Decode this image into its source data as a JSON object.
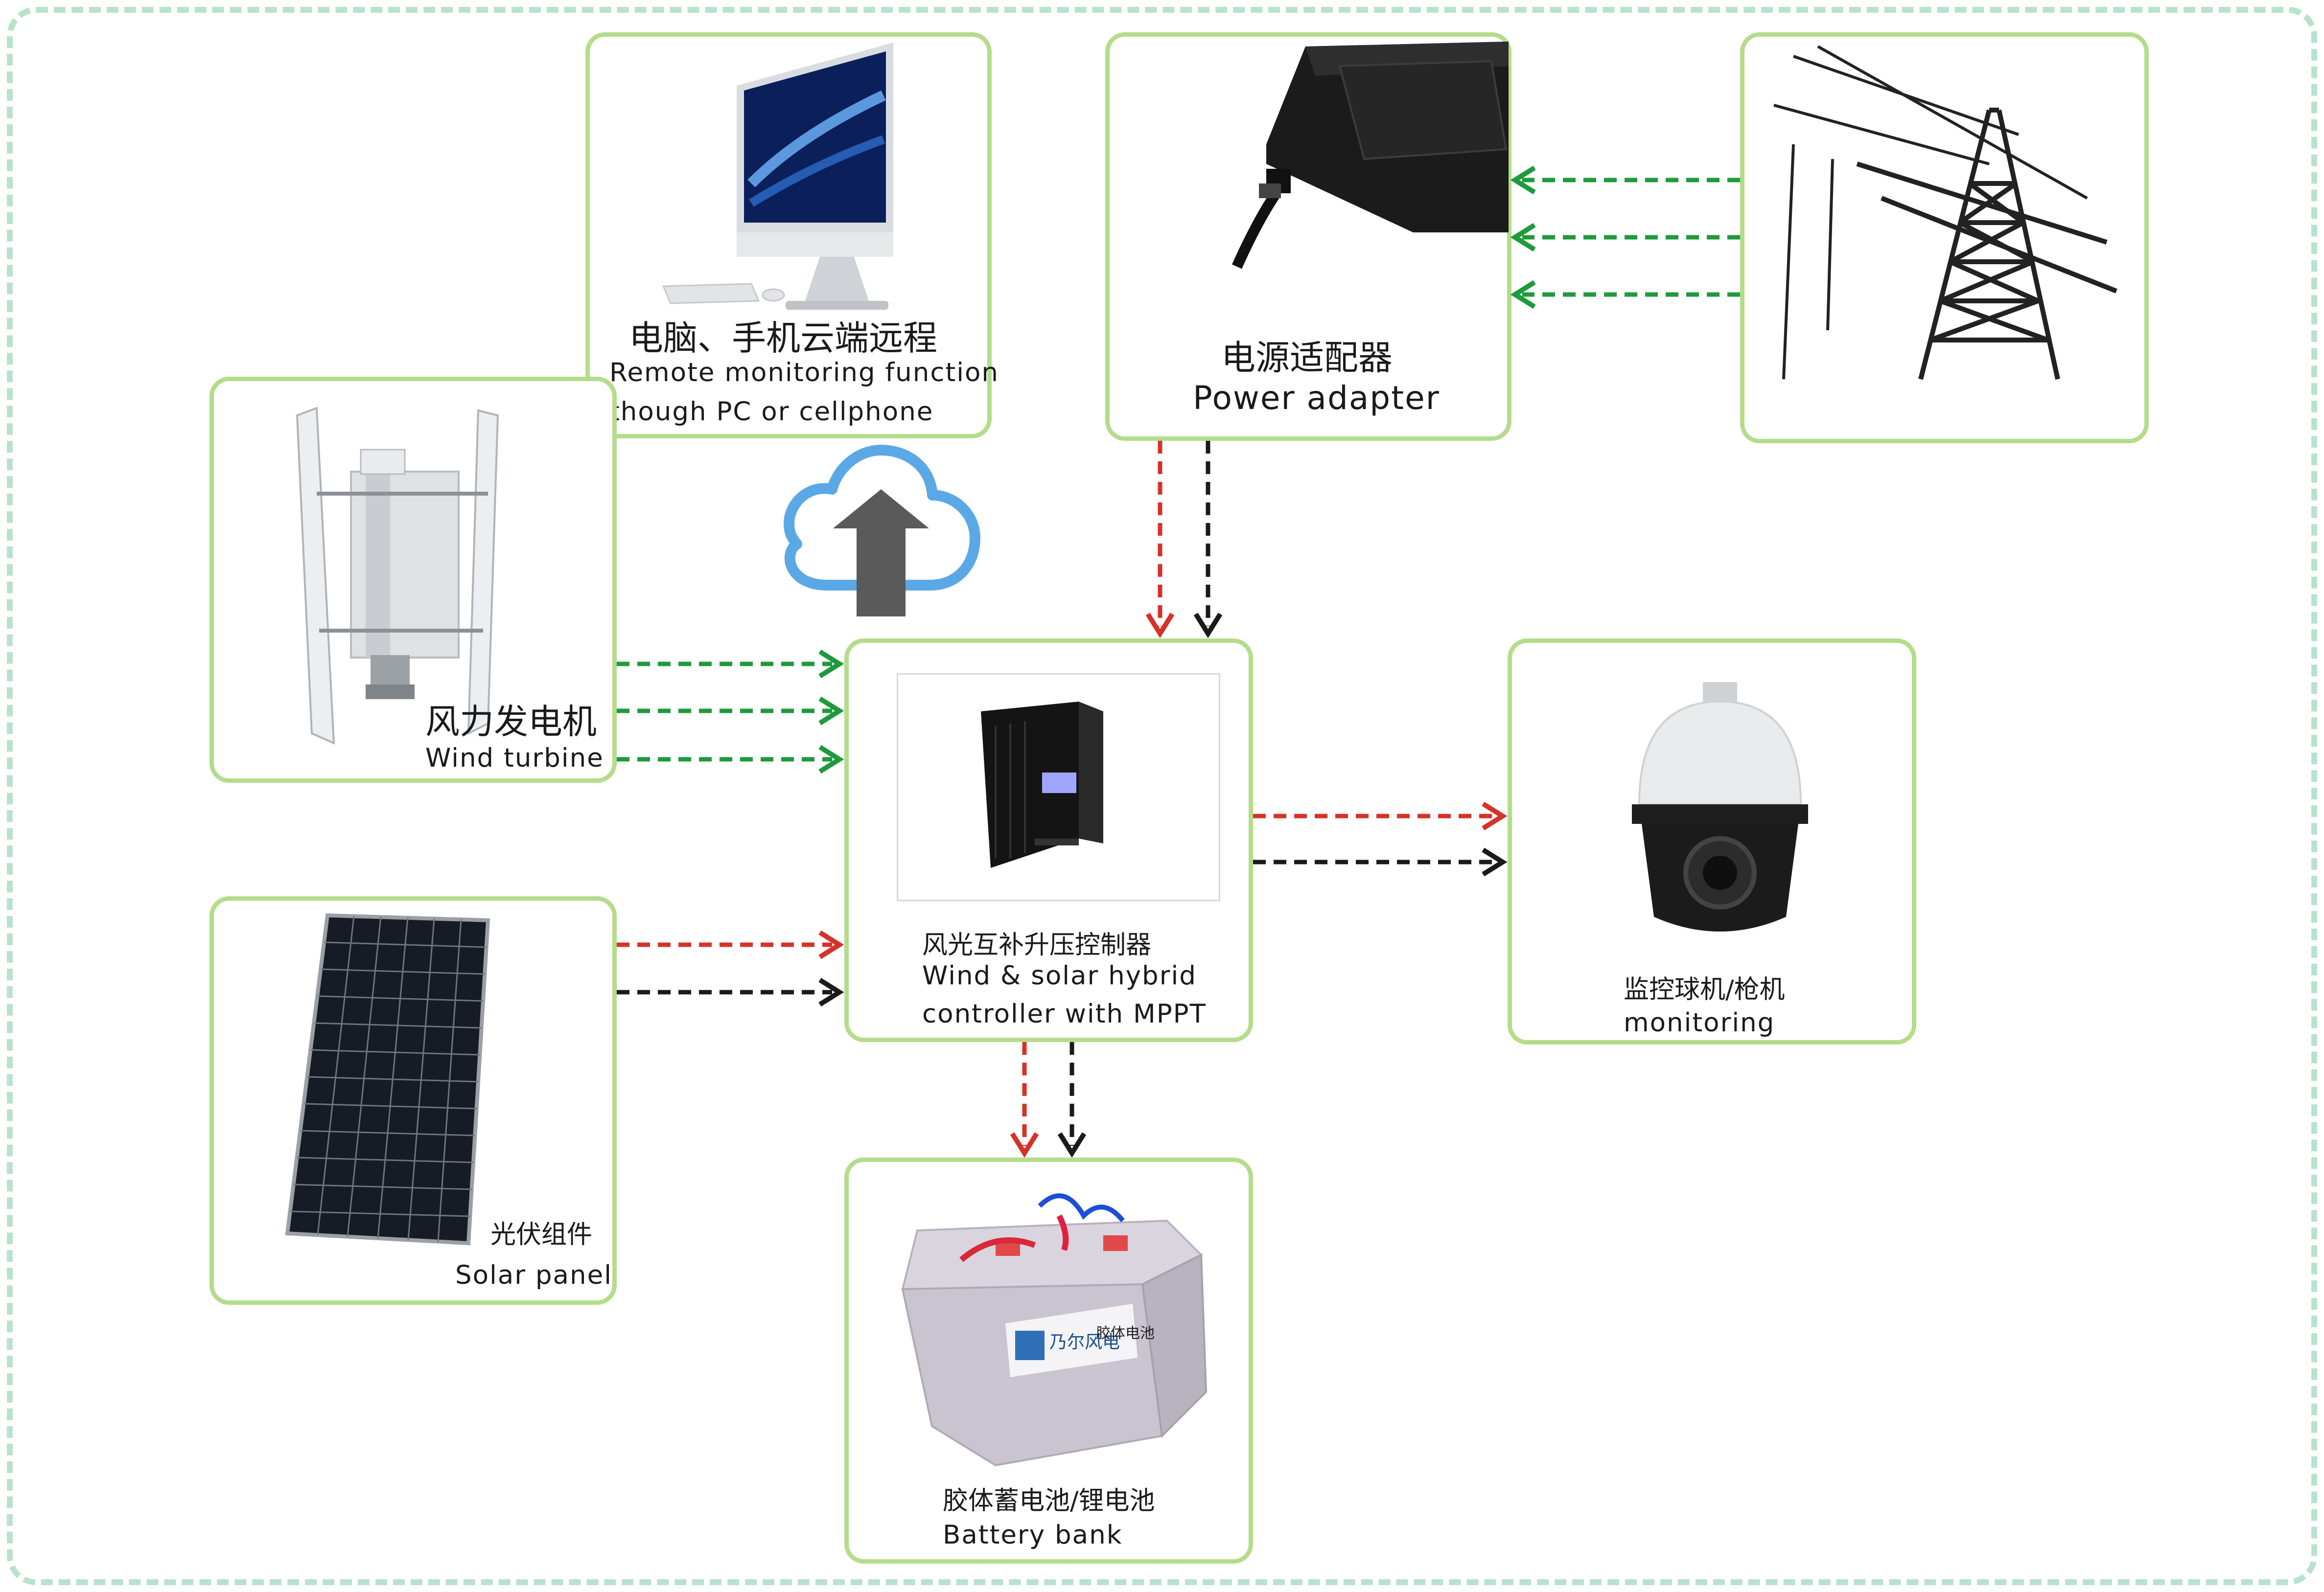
{
  "pc": {
    "label_cn": "电脑、手机云端远程",
    "label_en_1": "Remote monitoring function",
    "label_en_2": "though PC or cellphone"
  },
  "adapter": {
    "label_cn": "电源适配器",
    "label_en": "Power adapter"
  },
  "wind": {
    "label_cn": "风力发电机",
    "label_en": "Wind turbine"
  },
  "controller": {
    "label_cn": "风光互补升压控制器",
    "label_en_1": "Wind & solar hybrid",
    "label_en_2": "controller with MPPT"
  },
  "camera": {
    "label_cn": "监控球机/枪机",
    "label_en": "monitoring"
  },
  "solar": {
    "label_cn": "光伏组件",
    "label_en": "Solar panel"
  },
  "battery": {
    "label_cn": "胶体蓄电池/锂电池",
    "label_en": "Battery bank",
    "brand": "乃尔风电",
    "type_text": "胶体电池"
  },
  "colors": {
    "box_border": "#b4dc8a",
    "page_border": "#b9e2cc",
    "arrow_green": "#1e9a3c",
    "arrow_red": "#d63228",
    "arrow_black": "#1a1a1a",
    "cloud_blue": "#5aa9e6",
    "upload_gray": "#5a5a5a"
  }
}
